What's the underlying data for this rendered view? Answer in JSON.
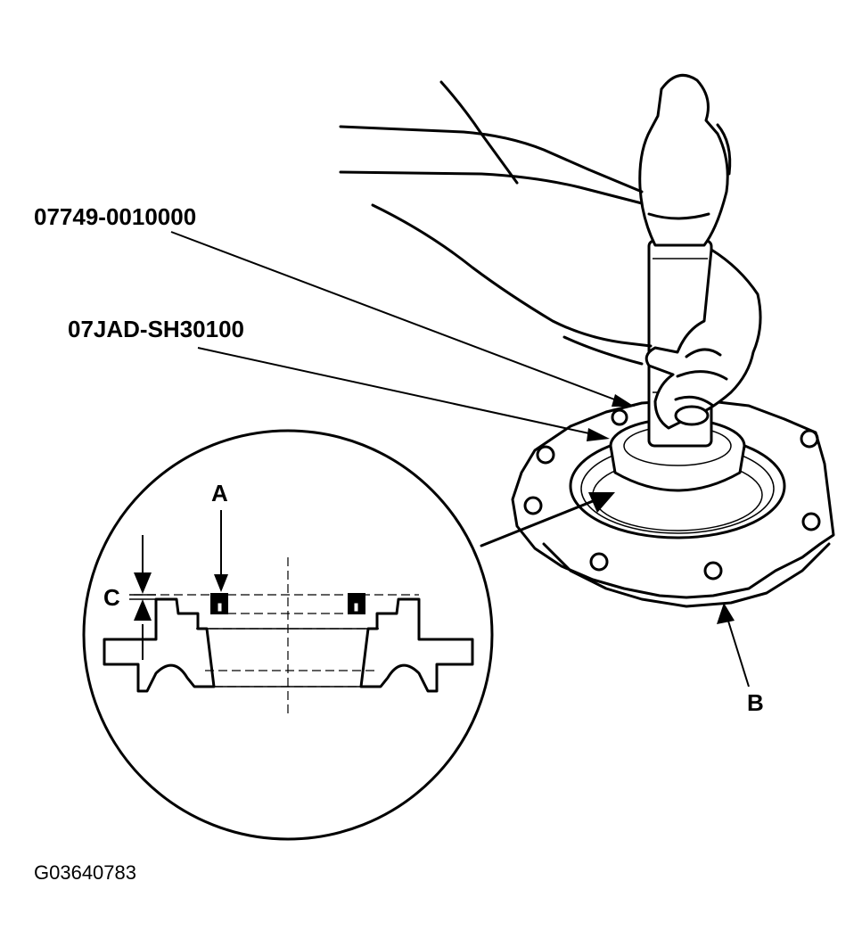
{
  "labels": {
    "tool_1": "07749-0010000",
    "tool_2": "07JAD-SH30100",
    "callout_a": "A",
    "callout_b": "B",
    "callout_c": "C"
  },
  "figure_id": "G03640783"
}
